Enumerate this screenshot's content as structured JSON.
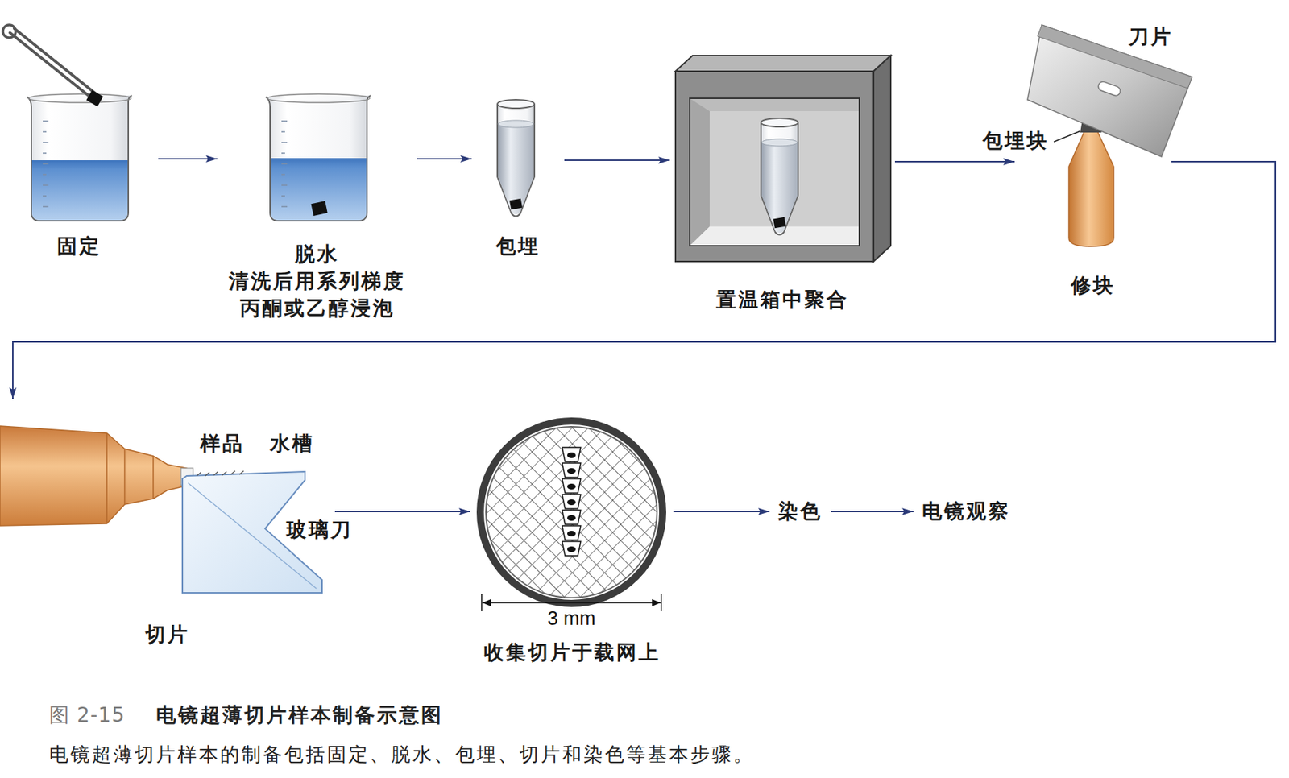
{
  "diagram": {
    "title": "电镜超薄切片样本制备示意图",
    "caption": "电镜超薄切片样本的制备包括固定、脱水、包埋、切片和染色等基本步骤。",
    "nodes": [
      {
        "text": [
          "固定"
        ]
      },
      {
        "text": [
          "脱水",
          "清洗后用系列梯度 丙酮或乙醇浸泡"
        ]
      },
      {
        "text": [
          "包埋"
        ]
      },
      {
        "text": [
          "置温箱中聚合"
        ]
      },
      {
        "text": [
          "修块"
        ]
      },
      {
        "text": [
          "切片"
        ]
      },
      {
        "text": [
          "收集切片于载网上"
        ]
      },
      {
        "text": [
          "染色"
        ]
      },
      {
        "text": [
          "电镜观察"
        ]
      }
    ],
    "edges": [
      {
        "from": 0,
        "to": 1,
        "arrow": "to"
      },
      {
        "from": 1,
        "to": 2,
        "arrow": "to"
      },
      {
        "from": 2,
        "to": 3,
        "arrow": "to"
      },
      {
        "from": 3,
        "to": 4,
        "arrow": "to"
      },
      {
        "from": 4,
        "to": 5,
        "arrow": "to"
      },
      {
        "from": 5,
        "to": 6,
        "arrow": "to"
      },
      {
        "from": 6,
        "to": 7,
        "arrow": "to"
      },
      {
        "from": 7,
        "to": 8,
        "arrow": "to"
      }
    ],
    "labels": [
      "刀片",
      "包埋块",
      "样品",
      "水槽",
      "玻璃刀",
      "3 mm",
      "图 2-15"
    ]
  }
}
